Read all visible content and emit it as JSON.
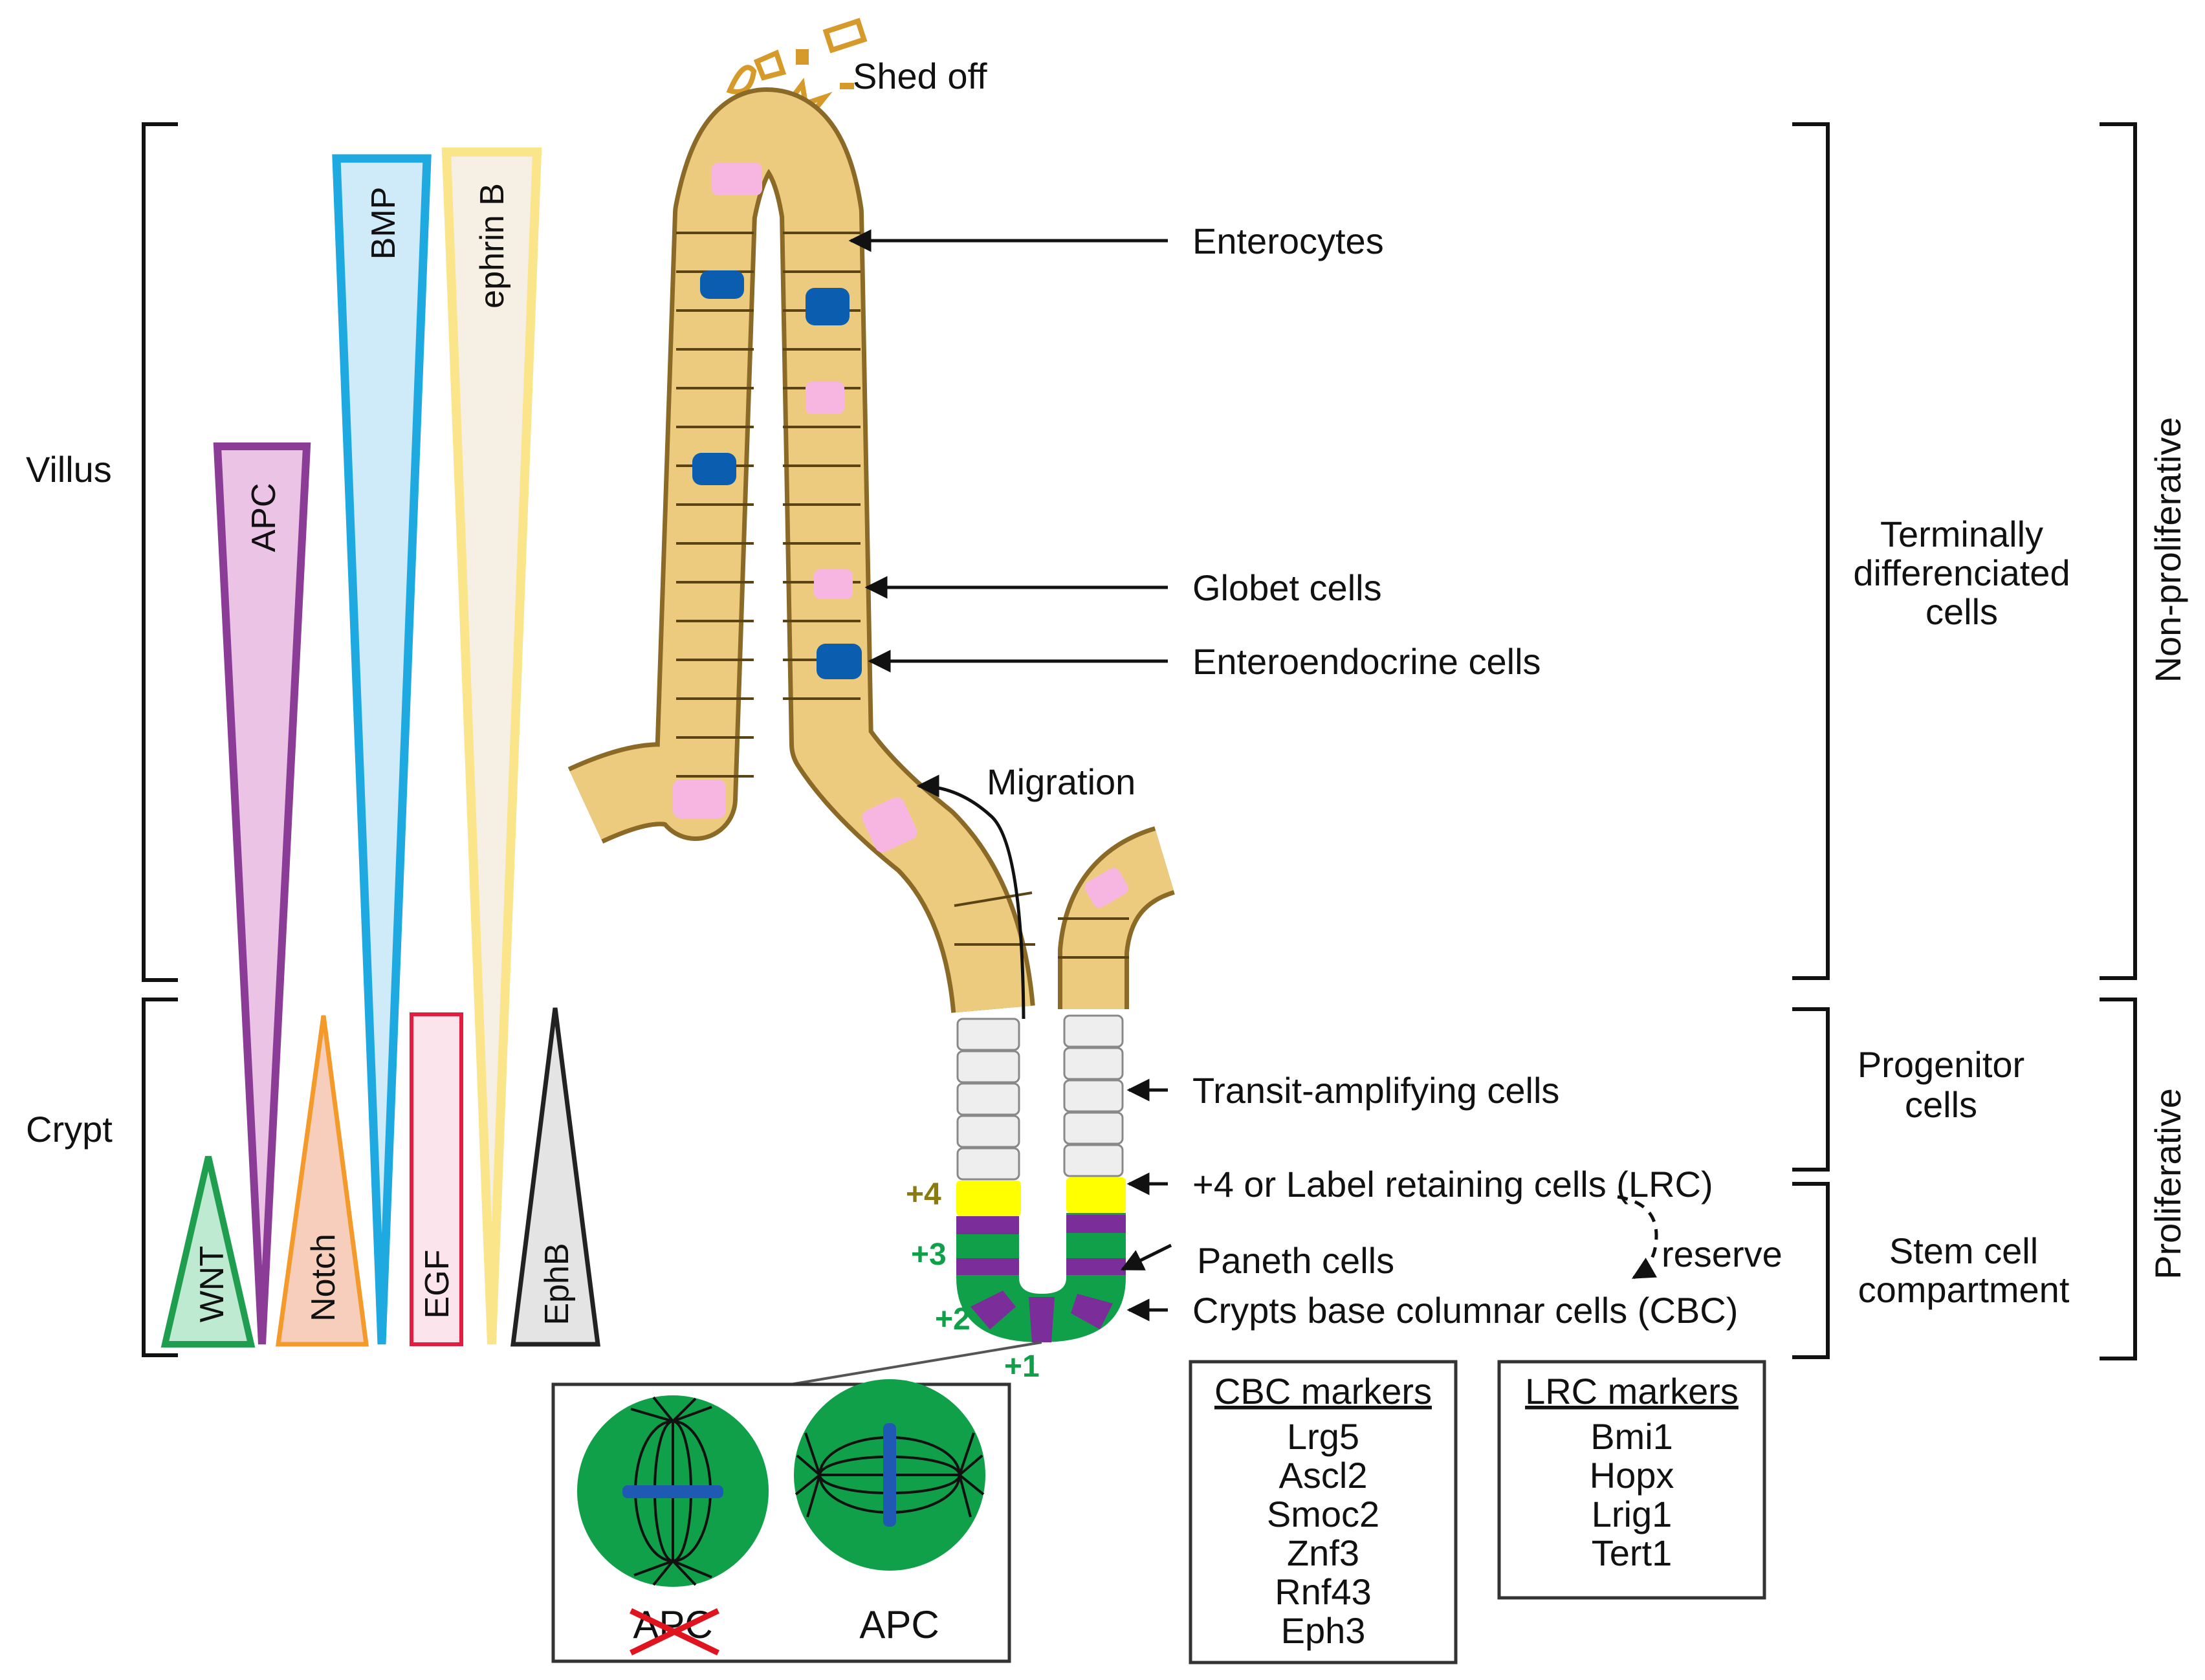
{
  "regions": {
    "villus": "Villus",
    "crypt": "Crypt"
  },
  "gradients": {
    "wnt": "WNT",
    "apc": "APC",
    "notch": "Notch",
    "bmp": "BMP",
    "egf": "EGF",
    "ephrin_b": "ephrin B",
    "ephb": "EphB"
  },
  "top": {
    "shed_off": "Shed off"
  },
  "cells": {
    "enterocytes": "Enterocytes",
    "goblet": "Globet cells",
    "enteroendocrine": "Enteroendocrine cells",
    "migration": "Migration",
    "transit_amplifying": "Transit-amplifying cells",
    "lrc": "+4 or Label retaining cells (LRC)",
    "paneth": "Paneth cells",
    "cbc": "Crypts base columnar cells (CBC)",
    "reserve": "reserve"
  },
  "positions": {
    "p4": "+4",
    "p3": "+3",
    "p2": "+2",
    "p1": "+1"
  },
  "right": {
    "terminal": [
      "Terminally",
      "differenciated",
      "cells"
    ],
    "progenitor": [
      "Progenitor",
      "cells"
    ],
    "stem": [
      "Stem cell",
      "compartment"
    ],
    "non_proliferative": "Non-proliferative",
    "proliferative": "Proliferative"
  },
  "inset": {
    "apc_mut": "APC",
    "apc": "APC"
  },
  "cbc_markers": {
    "title": "CBC markers",
    "items": [
      "Lrg5",
      "Ascl2",
      "Smoc2",
      "Znf3",
      "Rnf43",
      "Eph3"
    ]
  },
  "lrc_markers": {
    "title": "LRC markers",
    "items": [
      "Bmi1",
      "Hopx",
      "Lrig1",
      "Tert1"
    ]
  },
  "colors": {
    "tissue": "#E8C577",
    "tissue_dark": "#C99A3C",
    "goblet": "#F7B6E2",
    "endocrine": "#0B5DB0",
    "ta": "#EEEEEE",
    "lrc": "#FFFF00",
    "paneth": "#7B2D9A",
    "stem": "#11A04A",
    "spindle": "#1E5AB4",
    "wnt": "#1E9E4E",
    "apc": "#8B3C96",
    "notch": "#F39A2B",
    "bmp": "#1FA9E1",
    "egf": "#E21D3F",
    "ephrinb": "#FBE58B",
    "ephb": "#222222"
  }
}
